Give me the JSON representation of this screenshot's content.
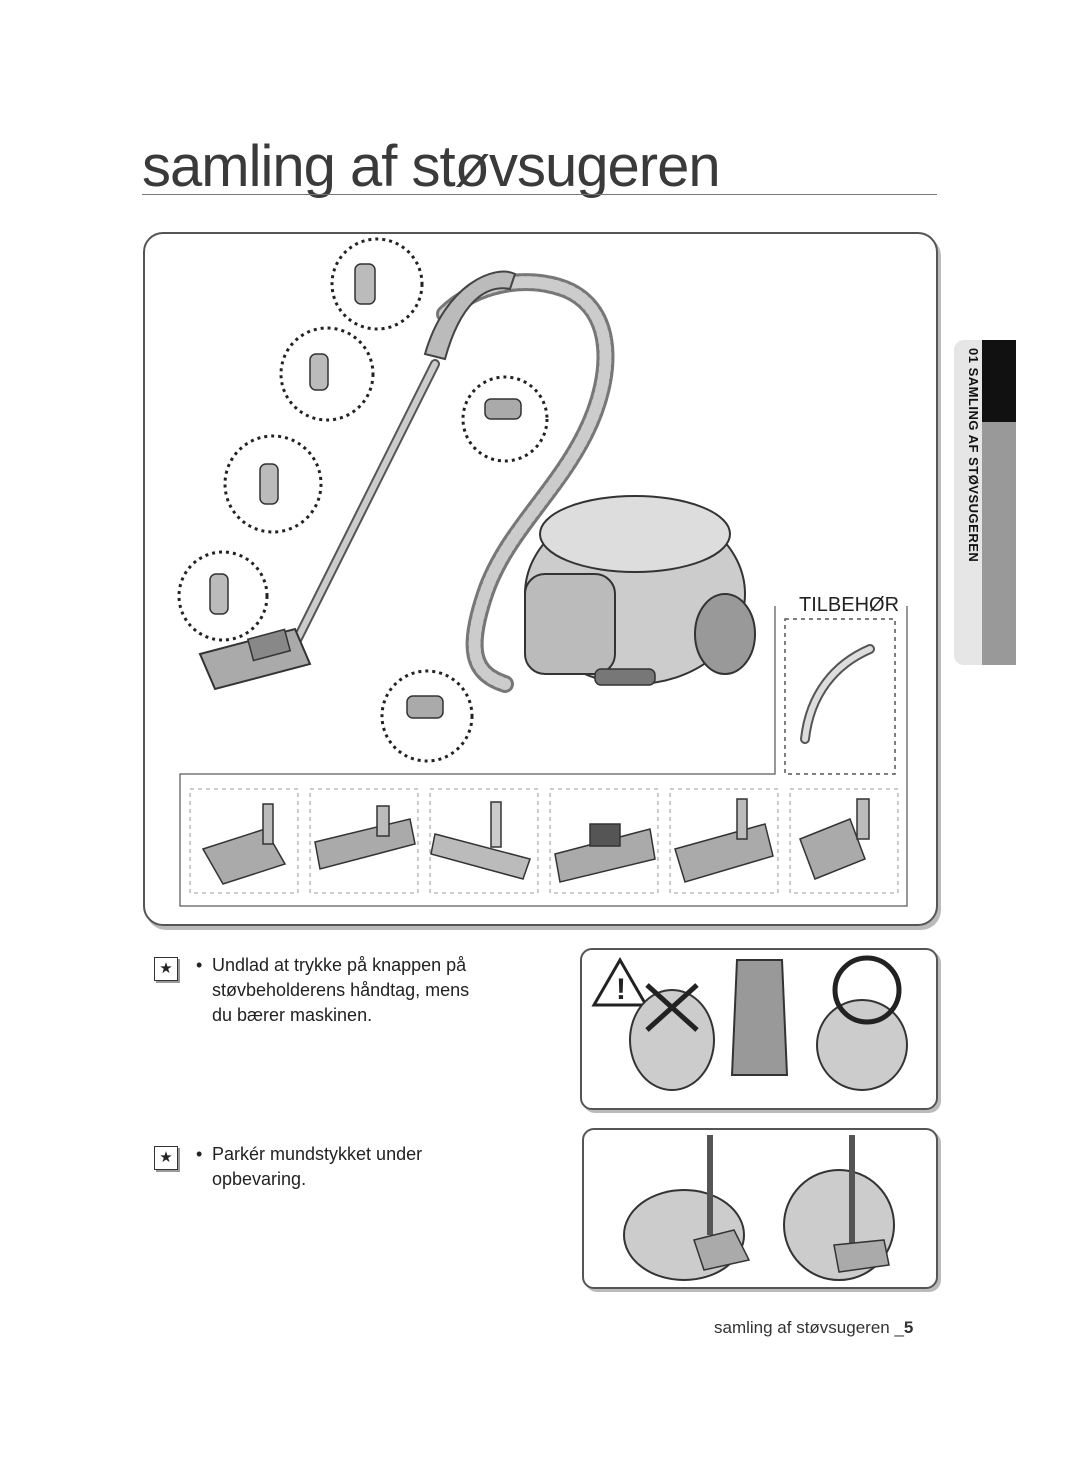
{
  "page": {
    "title": "samling af støvsugeren",
    "side_tab": "01  SAMLING AF STØVSUGEREN",
    "footer_text": "samling af støvsugeren _",
    "page_number": "5"
  },
  "main_illustration": {
    "accessory_label": "TILBEHØR",
    "brush_heads": [
      "brush-1",
      "brush-2",
      "brush-3",
      "brush-4",
      "brush-5",
      "brush-6"
    ]
  },
  "notes": [
    {
      "icon": "star-note-icon",
      "bullet": "•",
      "text": "Undlad at trykke på knappen på støvbeholderens håndtag, mens du bærer maskinen."
    },
    {
      "icon": "star-note-icon",
      "bullet": "•",
      "text": "Parkér mundstykket under opbevaring."
    }
  ],
  "colors": {
    "ink": "#222222",
    "gray": "#999999",
    "black_tab": "#111111",
    "panel_border": "#555555"
  }
}
